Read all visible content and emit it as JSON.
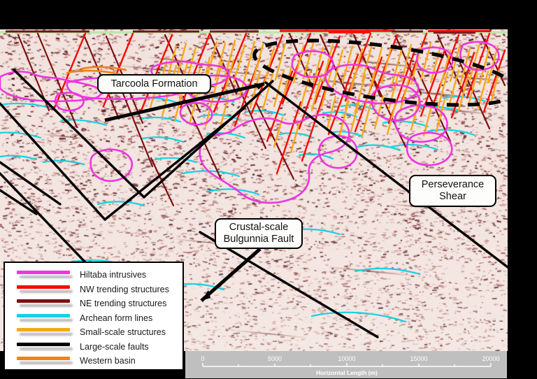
{
  "figure": {
    "kind": "annotated-seismic-reflection-section",
    "background_color": "#000000",
    "section_background": "#f2e3de"
  },
  "scale_bar": {
    "axis_label": "Horizontal Length (m)",
    "ticks": [
      "0",
      "5000",
      "10000",
      "15000",
      "20000"
    ],
    "tick_values": [
      0,
      5000,
      10000,
      15000,
      20000
    ],
    "panel_color": "#c0bfbf",
    "text_color": "#ffffff"
  },
  "legend": {
    "items": [
      {
        "label": "Hiltaba intrusives",
        "color": "#ee34e0"
      },
      {
        "label": "NW trending structures",
        "color": "#f50b06"
      },
      {
        "label": "NE trending structures",
        "color": "#7a1111"
      },
      {
        "label": "Archean form lines",
        "color": "#14d3e2"
      },
      {
        "label": "Small-scale structures",
        "color": "#f6a81b"
      },
      {
        "label": "Large-scale faults",
        "color": "#000000"
      },
      {
        "label": "Western basin",
        "color": "#ef8313"
      }
    ]
  },
  "annotations": [
    {
      "name": "tarcoola-formation",
      "line1": "Tarcoola Formation",
      "line2": ""
    },
    {
      "name": "crustal-scale-bulgunnia-fault",
      "line1": "Crustal-scale",
      "line2": "Bulgunnia Fault"
    },
    {
      "name": "perseverance-shear",
      "line1": "Perseverance",
      "line2": "Shear"
    }
  ],
  "interpretation": {
    "highlighted_zone": "dashed black ellipse outlining the Perseverance Shear damage zone in the upper right of the section",
    "surface_line_color": "#b9e8a4"
  }
}
